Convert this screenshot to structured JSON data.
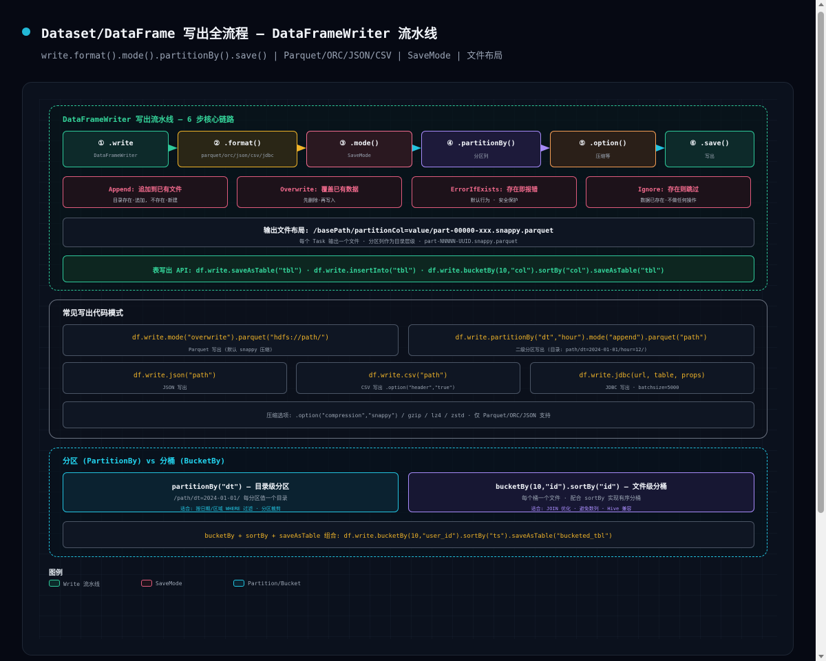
{
  "header": {
    "title": "Dataset/DataFrame 写出全流程 — DataFrameWriter 流水线",
    "subtitle": "write.format().mode().partitionBy().save() | Parquet/ORC/JSON/CSV | SaveMode | 文件布局"
  },
  "write_section": {
    "heading": "DataFrameWriter 写出流水线 — 6 步核心链路",
    "steps": [
      {
        "label": "① .write",
        "sub": "DataFrameWriter"
      },
      {
        "label": "② .format()",
        "sub": "parquet/orc/json/csv/jdbc"
      },
      {
        "label": "③ .mode()",
        "sub": "SaveMode"
      },
      {
        "label": "④ .partitionBy()",
        "sub": "分区列"
      },
      {
        "label": "⑤ .option()",
        "sub": "压缩等"
      },
      {
        "label": "⑥ .save()",
        "sub": "写出"
      }
    ],
    "modes": [
      {
        "label": "Append: 追加到已有文件",
        "sub": "目录存在-追加, 不存在-新建"
      },
      {
        "label": "Overwrite: 覆盖已有数据",
        "sub": "先删除-再写入"
      },
      {
        "label": "ErrorIfExists: 存在即报错",
        "sub": "默认行为 · 安全保护"
      },
      {
        "label": "Ignore: 存在则跳过",
        "sub": "数据已存在-不做任何操作"
      }
    ],
    "layout": {
      "label": "输出文件布局: /basePath/partitionCol=value/part-00000-xxx.snappy.parquet",
      "sub": "每个 Task 输出一个文件 · 分区列作为目录层级 · part-NNNNN-UUID.snappy.parquet"
    },
    "table_api": "表写出 API: df.write.saveAsTable(\"tbl\") · df.write.insertInto(\"tbl\") · df.write.bucketBy(10,\"col\").sortBy(\"col\").saveAsTable(\"tbl\")"
  },
  "code_section": {
    "heading": "常见写出代码模式",
    "row1": [
      {
        "code": "df.write.mode(\"overwrite\").parquet(\"hdfs://path/\")",
        "desc": "Parquet 写出 (默认 snappy 压缩)"
      },
      {
        "code": "df.write.partitionBy(\"dt\",\"hour\").mode(\"append\").parquet(\"path\")",
        "desc": "二级分区写出 (目录: path/dt=2024-01-01/hour=12/)"
      }
    ],
    "row2": [
      {
        "code": "df.write.json(\"path\")",
        "desc": "JSON 写出"
      },
      {
        "code": "df.write.csv(\"path\")",
        "desc": "CSV 写出 .option(\"header\",\"true\")"
      },
      {
        "code": "df.write.jdbc(url, table, props)",
        "desc": "JDBC 写出 · batchsize=5000"
      }
    ],
    "compression": "压缩选项: .option(\"compression\",\"snappy\") / gzip / lz4 / zstd · 仅 Parquet/ORC/JSON 支持"
  },
  "partition_section": {
    "heading": "分区 (PartitionBy) vs 分桶 (BucketBy)",
    "partition": {
      "label": "partitionBy(\"dt\") — 目录级分区",
      "sub": "/path/dt=2024-01-01/ 每分区值一个目录",
      "note": "适合: 按日期/区域 WHERE 过滤 · 分区裁剪"
    },
    "bucket": {
      "label": "bucketBy(10,\"id\").sortBy(\"id\") — 文件级分桶",
      "sub": "每个桶一个文件 · 配合 sortBy 实现有序分桶",
      "note": "适合: JOIN 优化 · 避免数列 · Hive 兼容"
    },
    "combo": "bucketBy + sortBy + saveAsTable 组合: df.write.bucketBy(10,\"user_id\").sortBy(\"ts\").saveAsTable(\"bucketed_tbl\")"
  },
  "legend": {
    "title": "图例",
    "items": [
      {
        "label": "Write 流水线",
        "color": "#2ec99a"
      },
      {
        "label": "SaveMode",
        "color": "#e05b7d"
      },
      {
        "label": "Partition/Bucket",
        "color": "#22c3e0"
      }
    ]
  },
  "colors": {
    "write": "#2ec99a",
    "format": "#f0b429",
    "mode": "#f06b8e",
    "partition": "#a78bfa",
    "option": "#f59e55",
    "bucket": "#22c3e0"
  }
}
